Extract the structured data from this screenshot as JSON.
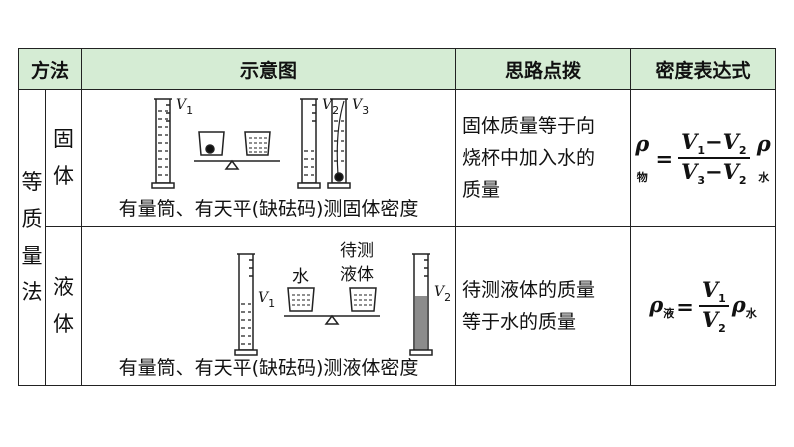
{
  "header": {
    "method": "方法",
    "diagram": "示意图",
    "idea": "思路点拨",
    "formula": "密度表达式"
  },
  "method_main": [
    "等",
    "质",
    "量",
    "法"
  ],
  "rows": [
    {
      "type": [
        "固",
        "体"
      ],
      "caption": "有量筒、有天平(缺砝码)测固体密度",
      "labels": {
        "v1": "V",
        "v1s": "1",
        "v2": "V",
        "v2s": "2",
        "v3": "V",
        "v3s": "3"
      },
      "idea": [
        "固体质量等于向",
        "烧杯中加入水的",
        "质量"
      ],
      "formula": {
        "rho": "ρ",
        "rho_sub": "物",
        "num_a": "V",
        "num_as": "1",
        "minus": "−",
        "num_b": "V",
        "num_bs": "2",
        "den_a": "V",
        "den_as": "3",
        "den_b": "V",
        "den_bs": "2",
        "water": "ρ",
        "water_sub": "水",
        "eq": "="
      }
    },
    {
      "type": [
        "液",
        "体"
      ],
      "caption": "有量筒、有天平(缺砝码)测液体密度",
      "labels": {
        "water": "水",
        "liquid1": "待测",
        "liquid2": "液体",
        "v1": "V",
        "v1s": "1",
        "v2": "V",
        "v2s": "2"
      },
      "idea": [
        "待测液体的质量",
        "等于水的质量"
      ],
      "formula": {
        "rho": "ρ",
        "rho_sub": "液",
        "num": "V",
        "num_s": "1",
        "den": "V",
        "den_s": "2",
        "water": "ρ",
        "water_sub": "水",
        "eq": "="
      }
    }
  ]
}
